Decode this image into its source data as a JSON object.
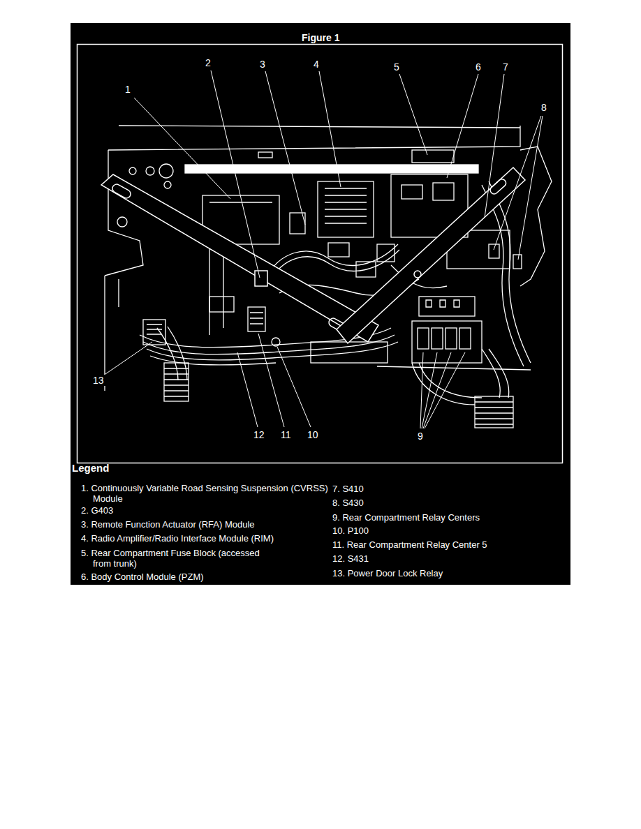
{
  "diagram": {
    "title": "Figure 1",
    "labels": [
      "1",
      "2",
      "3",
      "4",
      "5",
      "6",
      "7",
      "8",
      "9",
      "10",
      "11",
      "12",
      "13",
      "Legend",
      "1. Continuously Variable Road Sensing Suspension (CVRSS) Module",
      "2. G403",
      "3. Remote Function Actuator (RFA) Module",
      "4. Radio Amplifier/Radio Interface Module (RIM)",
      "5. Rear Compartment Fuse Block (accessed from trunk)",
      "6. Body Control Module (PZM)",
      "7. S410",
      "8. S430",
      "9. Rear Compartment Relay Centers",
      "10. P100",
      "11. Rear Compartment Relay Center 5",
      "12. S431",
      "13. Power Door Lock Relay"
    ]
  }
}
